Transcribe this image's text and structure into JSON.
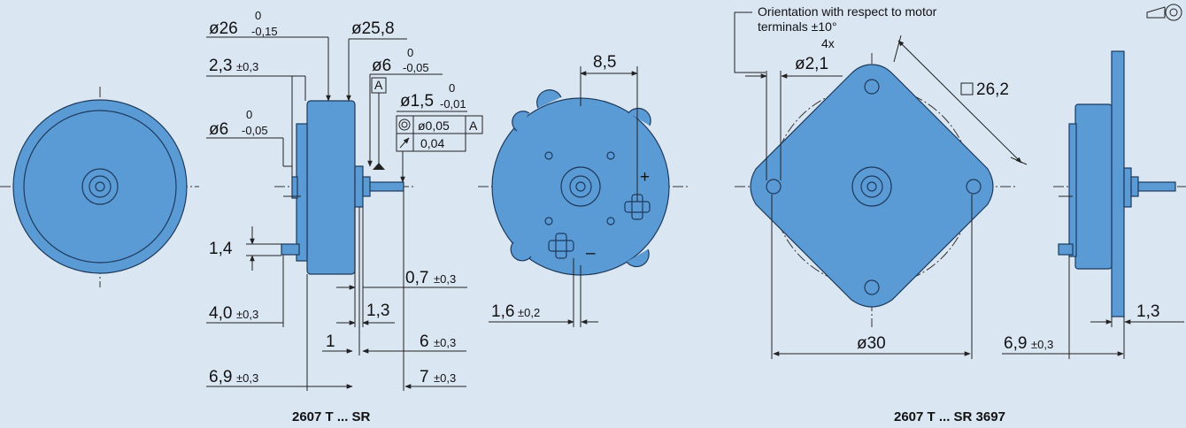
{
  "view1": {
    "d_outer": "ø26",
    "d_outer_tol_hi": "0",
    "d_outer_tol_lo": "-0,15",
    "d_body": "ø25,8",
    "d_6a": "ø6",
    "d_6a_tol_hi": "0",
    "d_6a_tol_lo": "-0,05",
    "datum": "A",
    "d_6b": "ø6",
    "d_6b_tol_hi": "0",
    "d_6b_tol_lo": "-0,05",
    "d_shaft": "ø1,5",
    "d_shaft_tol_hi": "0",
    "d_shaft_tol_lo": "-0,01",
    "conc_tol": "ø0,05",
    "conc_ref": "A",
    "runout_tol": "0,04",
    "dim_23": "2,3",
    "dim_23_tol": "±0,3",
    "dim_14": "1,4",
    "dim_07": "0,7",
    "dim_07_tol": "±0,3",
    "dim_40": "4,0",
    "dim_40_tol": "±0,3",
    "dim_13": "1,3",
    "dim_1": "1",
    "dim_6": "6",
    "dim_6_tol": "±0,3",
    "dim_69": "6,9",
    "dim_69_tol": "±0,3",
    "dim_7": "7",
    "dim_7_tol": "±0,3",
    "caption": "2607 T ... SR"
  },
  "view2": {
    "dim_85": "8,5",
    "plus": "+",
    "minus": "–",
    "dim_16": "1,6",
    "dim_16_tol": "±0,2"
  },
  "view3": {
    "note": "Orientation with respect to motor",
    "note2": "terminals ±10°",
    "hole_count": "4x",
    "hole_d": "ø2,1",
    "square": "26,2",
    "d30": "ø30",
    "dim_69": "6,9",
    "dim_69_tol": "±0,3",
    "dim_13": "1,3",
    "caption": "2607 T ... SR 3697"
  }
}
